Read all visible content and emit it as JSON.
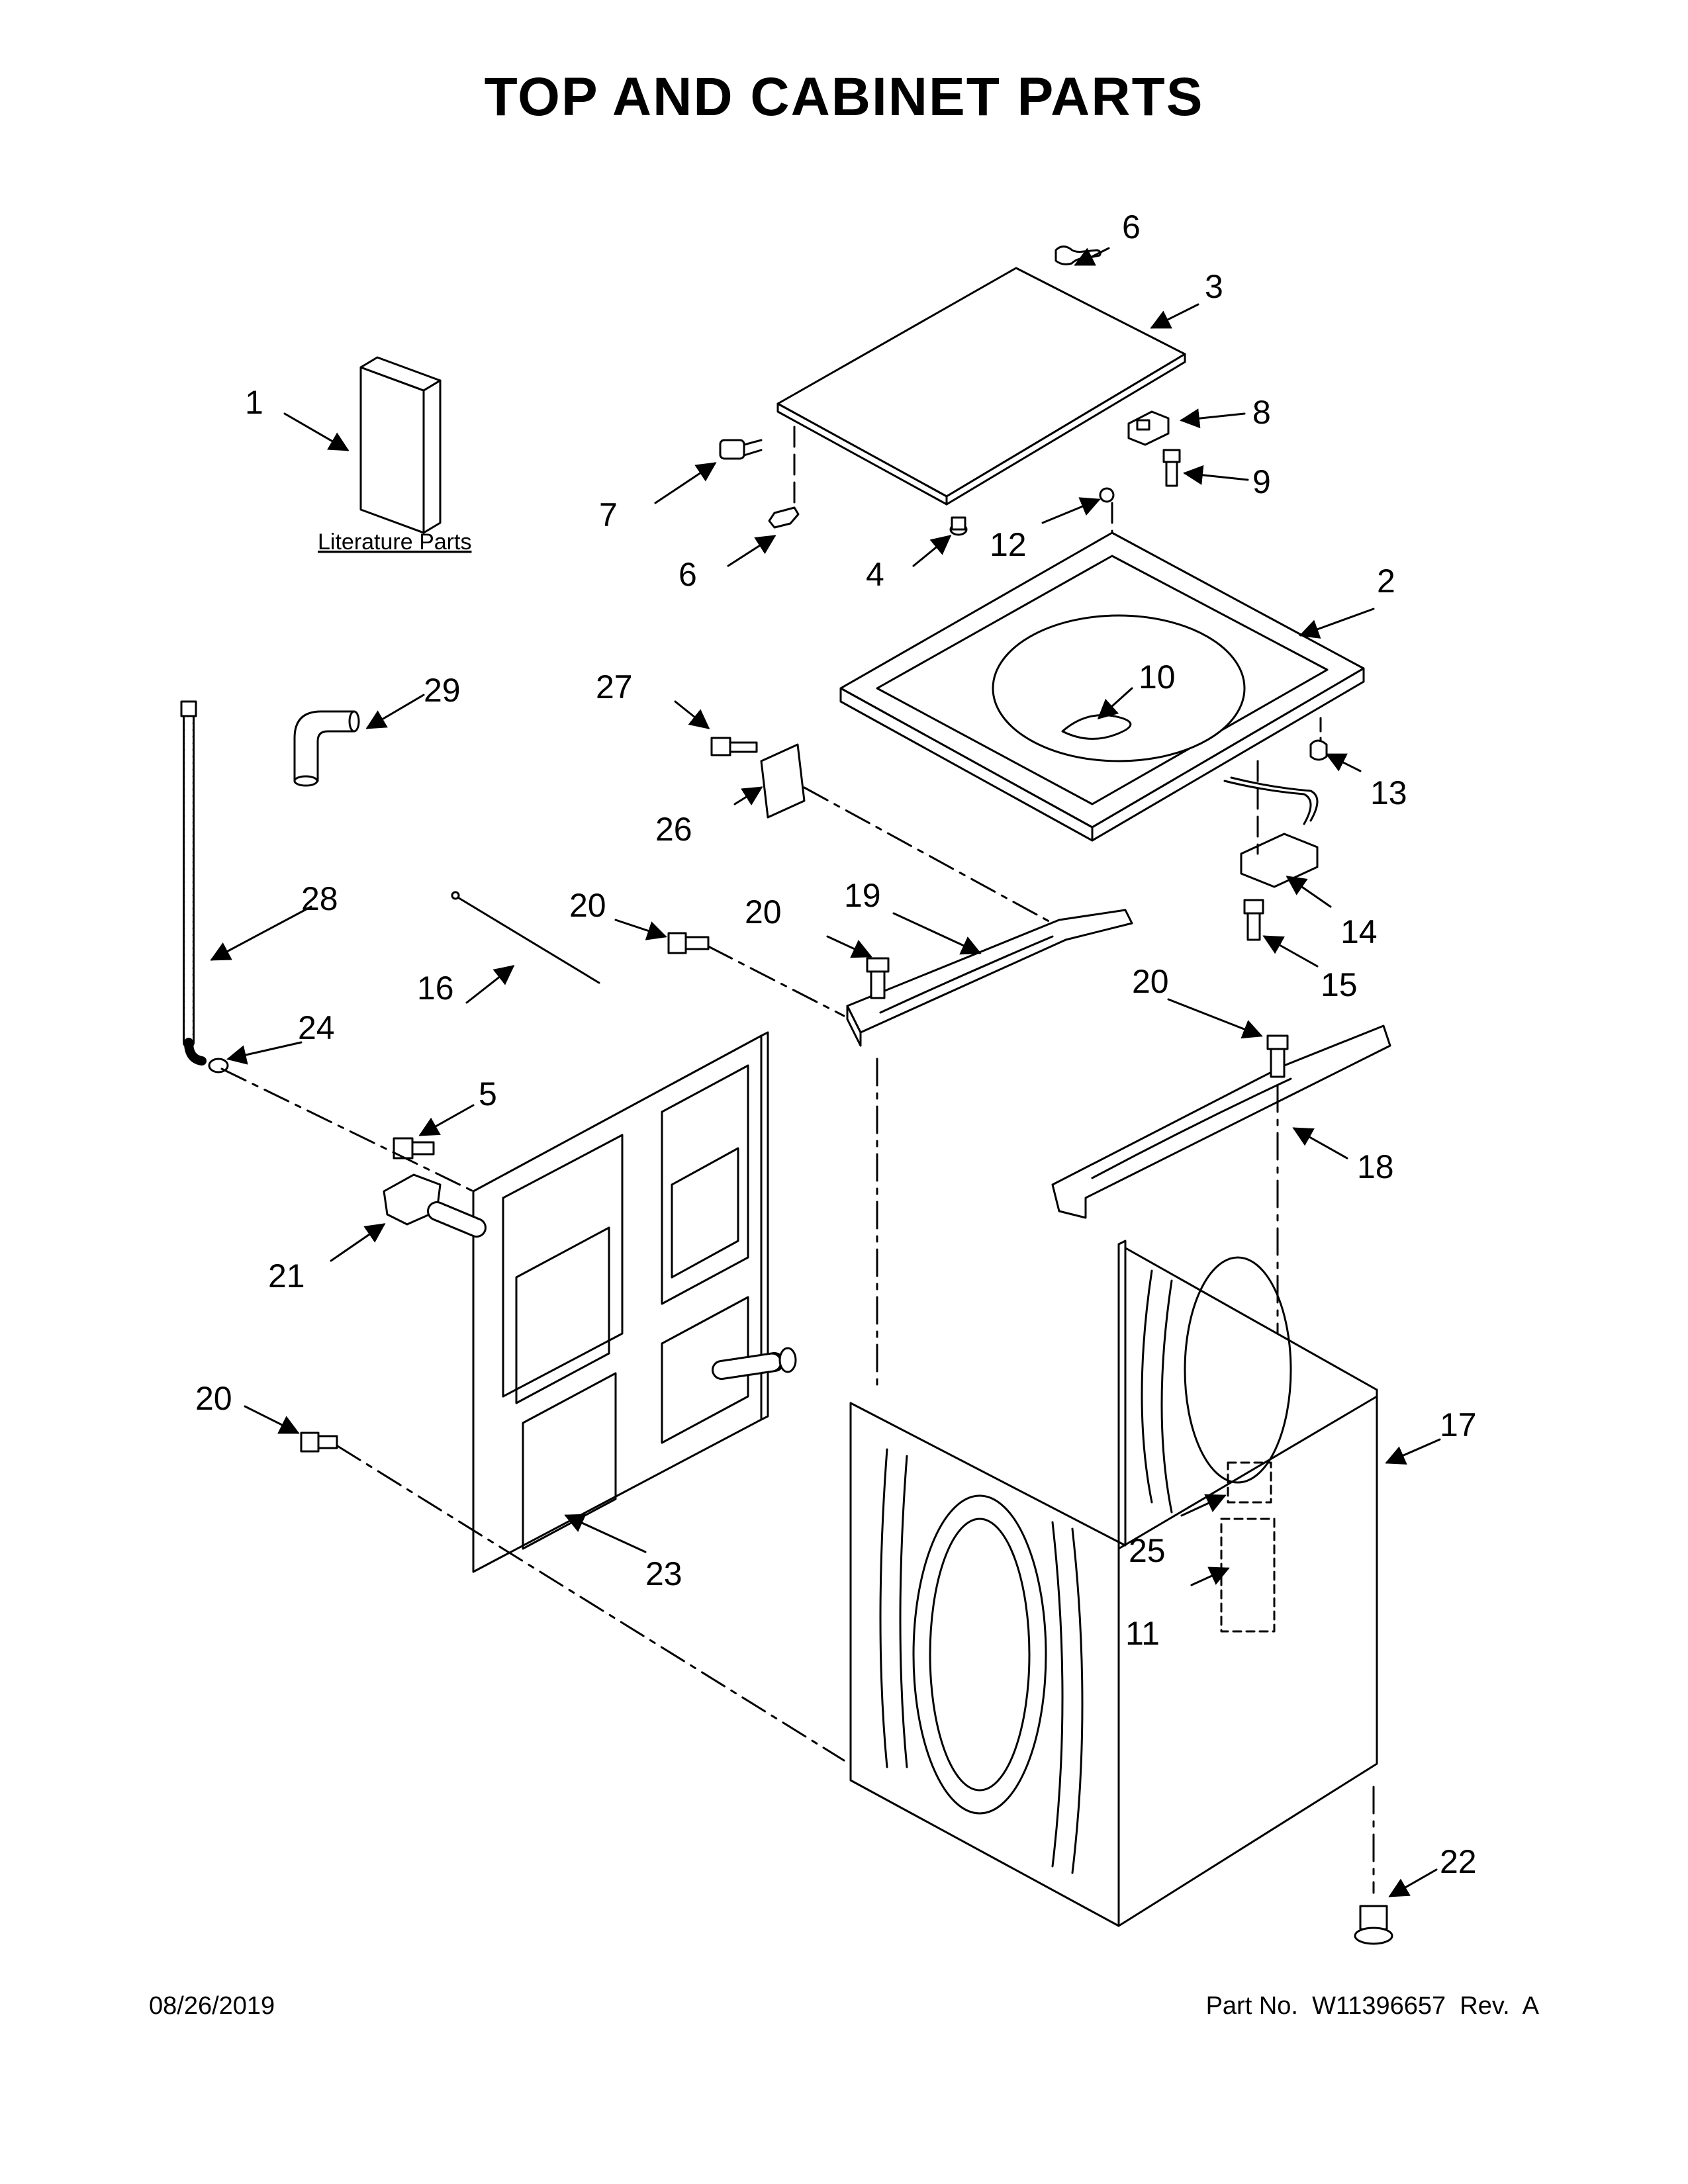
{
  "title": "TOP AND CABINET PARTS",
  "literature_label": "Literature Parts",
  "footer": {
    "date": "08/26/2019",
    "part_no": "Part No.  W11396657  Rev.  A"
  },
  "callouts": [
    "1",
    "2",
    "3",
    "4",
    "5",
    "6",
    "6",
    "7",
    "8",
    "9",
    "10",
    "11",
    "12",
    "13",
    "14",
    "15",
    "16",
    "17",
    "18",
    "19",
    "20",
    "20",
    "20",
    "20",
    "21",
    "22",
    "23",
    "24",
    "25",
    "26",
    "27",
    "28",
    "29"
  ]
}
